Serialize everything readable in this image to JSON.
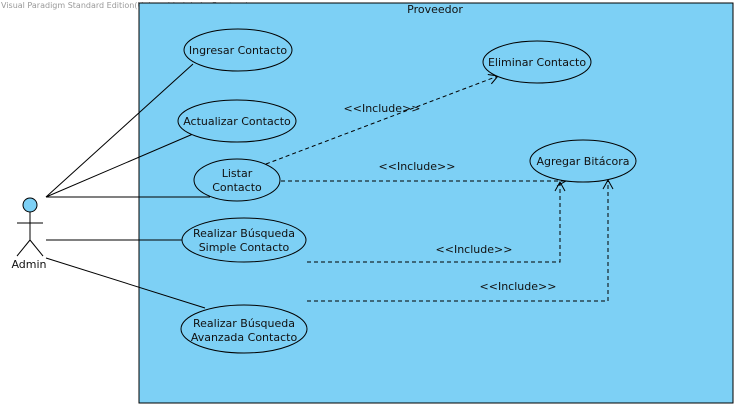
{
  "watermark": "Visual Paradigm Standard Edition(Universidad de La Frontera)",
  "colors": {
    "system_fill": "#7DD0F5",
    "actor_fill": "#7DD0F5",
    "stroke": "#000000"
  },
  "system": {
    "name": "Proveedor"
  },
  "actor": {
    "name": "Admin"
  },
  "use_cases": {
    "ingresar": [
      "Ingresar Contacto"
    ],
    "actualizar": [
      "Actualizar Contacto"
    ],
    "listar": [
      "Listar",
      "Contacto"
    ],
    "simple": [
      "Realizar Búsqueda",
      "Simple Contacto"
    ],
    "avanzada": [
      "Realizar Búsqueda",
      "Avanzada Contacto"
    ],
    "eliminar": [
      "Eliminar Contacto"
    ],
    "bitacora": [
      "Agregar Bitácora"
    ]
  },
  "relations": {
    "listar_eliminar": "<<Include>>",
    "listar_bitacora": "<<Include>>",
    "simple_bitacora": "<<Include>>",
    "avanzada_bitacora": "<<Include>>"
  }
}
